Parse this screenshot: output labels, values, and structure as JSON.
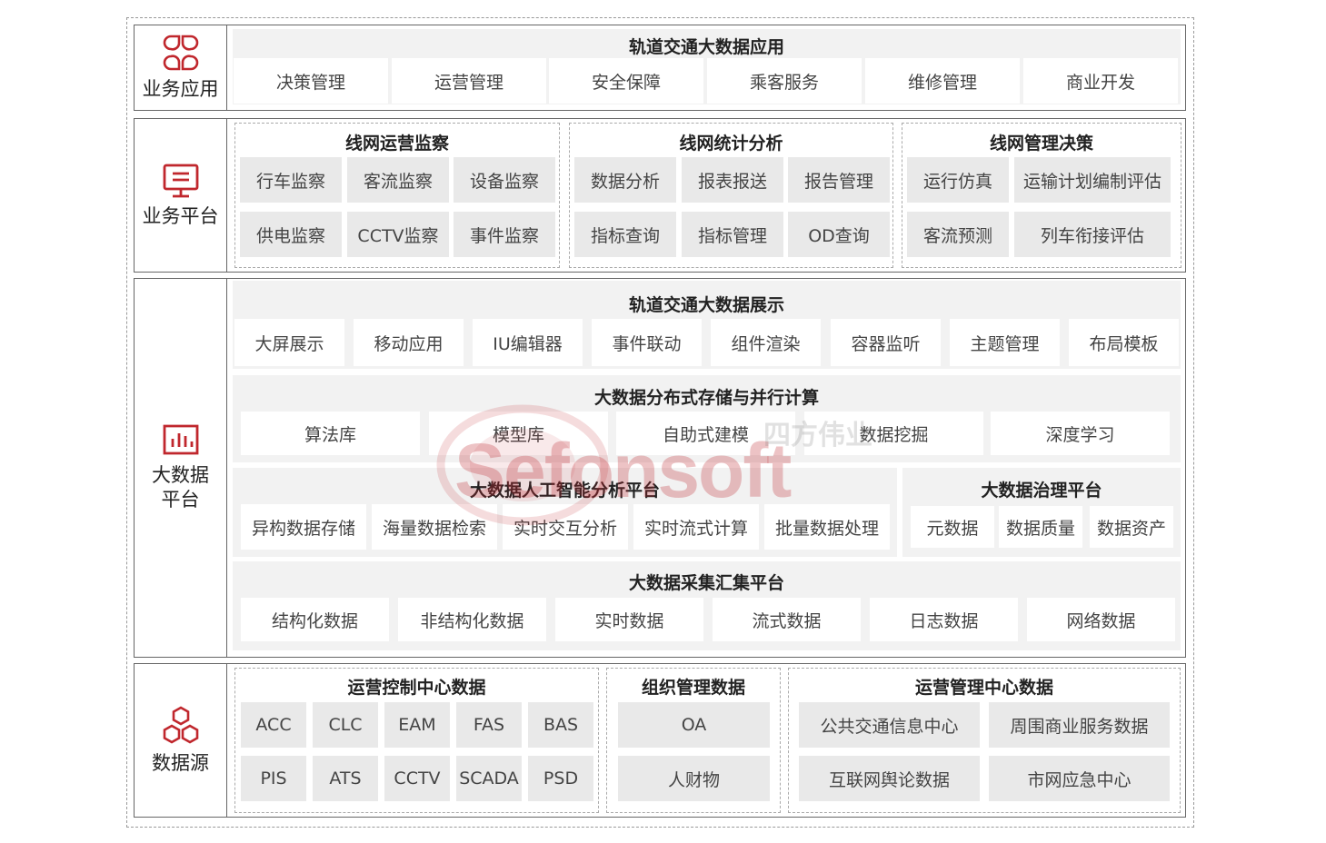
{
  "layers": {
    "app": {
      "label": "业务应用",
      "icon": "four-petal-icon",
      "title": "轨道交通大数据应用",
      "items": [
        "决策管理",
        "运营管理",
        "安全保障",
        "乘客服务",
        "维修管理",
        "商业开发"
      ]
    },
    "biz": {
      "label": "业务平台",
      "icon": "monitor-icon",
      "groups": [
        {
          "title": "线网运营监察",
          "items": [
            "行车监察",
            "客流监察",
            "设备监察",
            "供电监察",
            "CCTV监察",
            "事件监察"
          ]
        },
        {
          "title": "线网统计分析",
          "items": [
            "数据分析",
            "报表报送",
            "报告管理",
            "指标查询",
            "指标管理",
            "OD查询"
          ]
        },
        {
          "title": "线网管理决策",
          "items": [
            "运行仿真",
            "运输计划编制评估",
            "客流预测",
            "列车衔接评估"
          ]
        }
      ]
    },
    "bd": {
      "label": "大数据\n平台",
      "icon": "bar-chart-icon",
      "display": {
        "title": "轨道交通大数据展示",
        "items": [
          "大屏展示",
          "移动应用",
          "IU编辑器",
          "事件联动",
          "组件渲染",
          "容器监听",
          "主题管理",
          "布局模板"
        ]
      },
      "storage": {
        "title": "大数据分布式存储与并行计算",
        "items": [
          "算法库",
          "模型库",
          "自助式建模",
          "数据挖掘",
          "深度学习"
        ]
      },
      "ai": {
        "title": "大数据人工智能分析平台",
        "items": [
          "异构数据存储",
          "海量数据检索",
          "实时交互分析",
          "实时流式计算",
          "批量数据处理"
        ]
      },
      "gov": {
        "title": "大数据治理平台",
        "items": [
          "元数据",
          "数据质量",
          "数据资产"
        ]
      },
      "collect": {
        "title": "大数据采集汇集平台",
        "items": [
          "结构化数据",
          "非结构化数据",
          "实时数据",
          "流式数据",
          "日志数据",
          "网络数据"
        ]
      }
    },
    "src": {
      "label": "数据源",
      "icon": "hexagon-cluster-icon",
      "groups": [
        {
          "title": "运营控制中心数据",
          "items": [
            "ACC",
            "CLC",
            "EAM",
            "FAS",
            "BAS",
            "PIS",
            "ATS",
            "CCTV",
            "SCADA",
            "PSD"
          ]
        },
        {
          "title": "组织管理数据",
          "items": [
            "OA",
            "人财物"
          ]
        },
        {
          "title": "运营管理中心数据",
          "items": [
            "公共交通信息中心",
            "周围商业服务数据",
            "互联网舆论数据",
            "市网应急中心"
          ]
        }
      ]
    }
  },
  "watermark": {
    "brand": "Sefonsoft",
    "cn": "四方伟业"
  },
  "colors": {
    "accent": "#c0272d",
    "border": "#666666",
    "box": "#e9e9e9",
    "panel": "#f2f2f2"
  }
}
